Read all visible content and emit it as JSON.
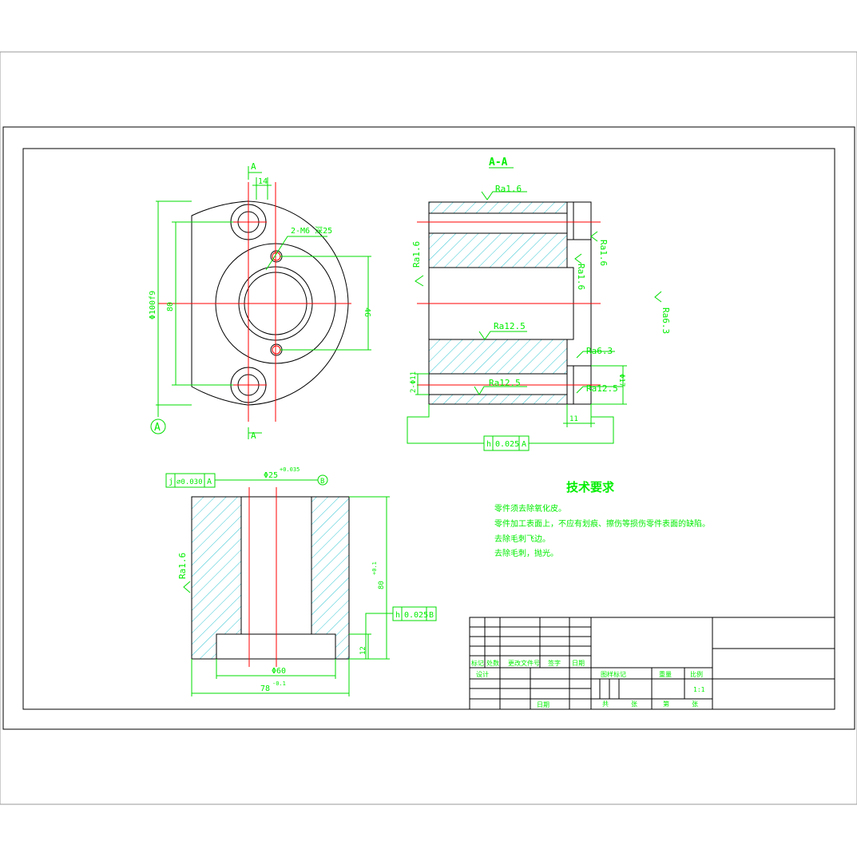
{
  "section_label": "A-A",
  "view_markers": {
    "top": "A",
    "bottom": "A",
    "datum": "A"
  },
  "front_view": {
    "dim_top": "14",
    "dim_outer_dia": "Φ100f9",
    "dim_height": "80",
    "dim_bore": "46",
    "holes_note": "2-M6 深25"
  },
  "section_view": {
    "ra_top": "Ra1.6",
    "ra_left": "Ra1.6",
    "ra_right_upper": "Ra1.6",
    "ra_right_inner": "Ra1.6",
    "ra_far_right": "Ra6.3",
    "ra_mid": "Ra12.5",
    "ra_step": "Ra6.3",
    "ra_lower": "Ra12.5",
    "ra_lower_right": "Ra12.5",
    "dim_left_small": "2-Φ11",
    "dim_right_small": "Φ17",
    "dim_bottom_right": "11",
    "tol_sym": "h",
    "tol_value": "0.025",
    "tol_datum": "A"
  },
  "bottom_view": {
    "tol_sym": "j",
    "tol_value": "⌀0.030",
    "tol_datum": "A",
    "dim_bore": "Φ25",
    "dim_bore_tol": "+0.035",
    "datum_marker": "B",
    "ra_left": "Ra1.6",
    "dim_height": "80",
    "dim_height_tol": "+0.1",
    "tol2_sym": "h",
    "tol2_value": "0.025",
    "tol2_datum": "B",
    "dim_step": "12",
    "dim_inner": "Φ60",
    "dim_outer": "78",
    "dim_outer_tol": "-0.1"
  },
  "tech_requirements": {
    "title": "技术要求",
    "items": [
      "零件须去除氧化皮。",
      "零件加工表面上，不应有划痕、擦伤等损伤零件表面的缺陷。",
      "去除毛刺飞边。",
      "去除毛刺，抛光。"
    ]
  },
  "title_block": {
    "mark_row": [
      "标记",
      "处数",
      "更改文件号",
      "签字",
      "日期"
    ],
    "design": "设计",
    "date": "日期",
    "stage": [
      "图样标记",
      "重量",
      "比例"
    ],
    "scale": "1:1",
    "sheets": [
      "共",
      "张",
      "第",
      "张"
    ]
  },
  "colors": {
    "line": "#00dd00",
    "outline": "#000000",
    "center": "#ff0000",
    "hatch": "#00b8c8"
  }
}
